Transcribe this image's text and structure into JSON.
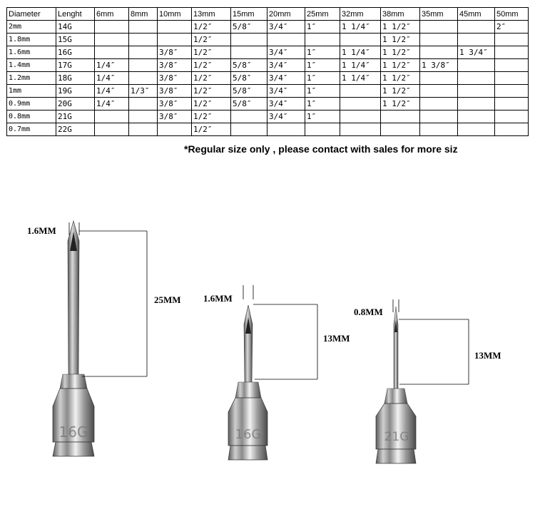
{
  "table": {
    "headers": [
      "Diameter",
      "Lenght",
      "6mm",
      "8mm",
      "10mm",
      "13mm",
      "15mm",
      "20mm",
      "25mm",
      "32mm",
      "38mm",
      "35mm",
      "45mm",
      "50mm"
    ],
    "rows": [
      [
        "2mm",
        "14G",
        "",
        "",
        "",
        "1/2″",
        "5/8″",
        "3/4″",
        "1″",
        "1 1/4″",
        "1 1/2″",
        "",
        "",
        "2″"
      ],
      [
        "1.8mm",
        "15G",
        "",
        "",
        "",
        "1/2″",
        "",
        "",
        "",
        "",
        "1 1/2″",
        "",
        "",
        ""
      ],
      [
        "1.6mm",
        "16G",
        "",
        "",
        "3/8″",
        "1/2″",
        "",
        "3/4″",
        "1″",
        "1 1/4″",
        "1 1/2″",
        "",
        "1 3/4″",
        ""
      ],
      [
        "1.4mm",
        "17G",
        "1/4″",
        "",
        "3/8″",
        "1/2″",
        "5/8″",
        "3/4″",
        "1″",
        "1 1/4″",
        "1 1/2″",
        "1 3/8″",
        "",
        ""
      ],
      [
        "1.2mm",
        "18G",
        "1/4″",
        "",
        "3/8″",
        "1/2″",
        "5/8″",
        "3/4″",
        "1″",
        "1 1/4″",
        "1 1/2″",
        "",
        "",
        ""
      ],
      [
        "1mm",
        "19G",
        "1/4″",
        "1/3″",
        "3/8″",
        "1/2″",
        "5/8″",
        "3/4″",
        "1″",
        "",
        "1 1/2″",
        "",
        "",
        ""
      ],
      [
        "0.9mm",
        "20G",
        "1/4″",
        "",
        "3/8″",
        "1/2″",
        "5/8″",
        "3/4″",
        "1″",
        "",
        "1 1/2″",
        "",
        "",
        ""
      ],
      [
        "0.8mm",
        "21G",
        "",
        "",
        "3/8″",
        "1/2″",
        "",
        "3/4″",
        "1″",
        "",
        "",
        "",
        "",
        ""
      ],
      [
        "0.7mm",
        "22G",
        "",
        "",
        "",
        "1/2″",
        "",
        "",
        "",
        "",
        "",
        "",
        "",
        ""
      ]
    ]
  },
  "note": "*Regular size only , please contact with sales for more siz",
  "needles": [
    {
      "diameter_label": "1.6MM",
      "length_label": "25MM",
      "hub_label": "16G"
    },
    {
      "diameter_label": "1.6MM",
      "length_label": "13MM",
      "hub_label": "16G"
    },
    {
      "diameter_label": "0.8MM",
      "length_label": "13MM",
      "hub_label": "21G"
    }
  ]
}
